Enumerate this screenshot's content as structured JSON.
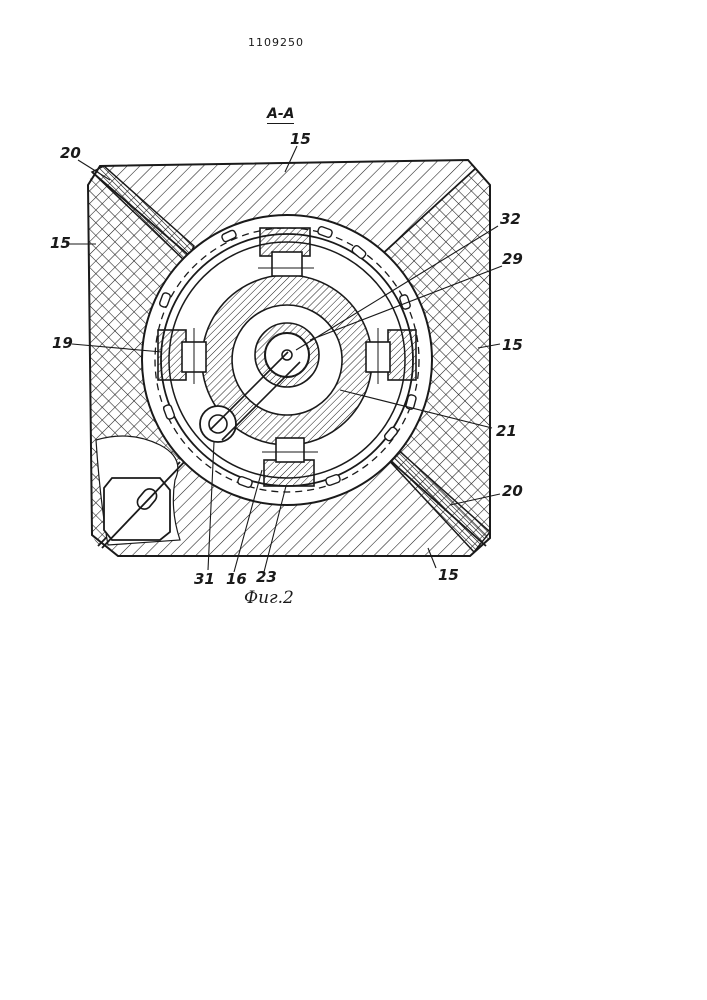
{
  "patent_number": "1109250",
  "section_label": "А-А",
  "figure_caption": "Фиг.2",
  "colors": {
    "ink": "#1a1a1a",
    "paper": "#ffffff"
  },
  "reference_numerals": {
    "top_15": "15",
    "top_left_20": "20",
    "left_15": "15",
    "left_19": "19",
    "right_32": "32",
    "right_29": "29",
    "right_15": "15",
    "right_21": "21",
    "right_20": "20",
    "bottom_15": "15",
    "bottom_31": "31",
    "bottom_16": "16",
    "bottom_23": "23"
  }
}
